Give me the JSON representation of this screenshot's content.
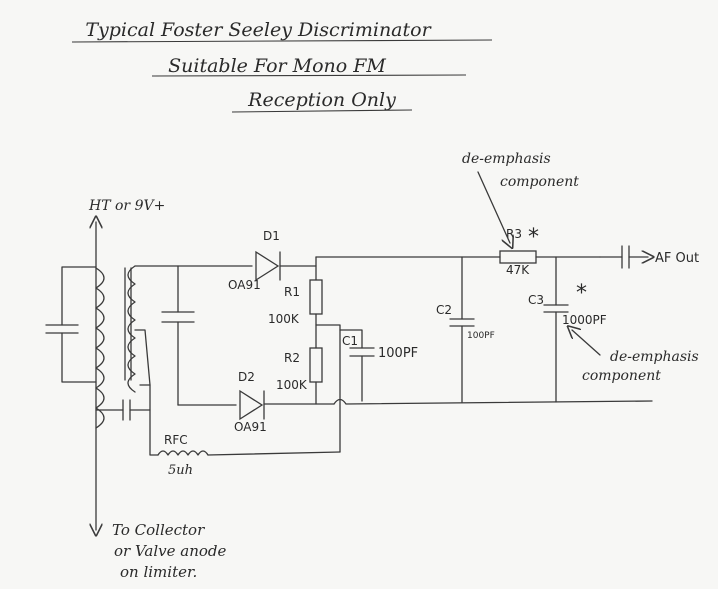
{
  "title": {
    "line1": "Typical Foster Seeley Discriminator",
    "line2": "Suitable For Mono FM",
    "line3": "Reception Only"
  },
  "labels": {
    "supply": "HT or 9V+",
    "output": "AF Out",
    "collector_note_1": "To Collector",
    "collector_note_2": "or Valve anode",
    "collector_note_3": "on limiter.",
    "deemph_top_1": "de-emphasis",
    "deemph_top_2": "component",
    "deemph_bottom_1": "de-emphasis",
    "deemph_bottom_2": "component",
    "asterisk": "*"
  },
  "components": {
    "d1": {
      "ref": "D1",
      "part": "OA91"
    },
    "d2": {
      "ref": "D2",
      "part": "OA91"
    },
    "r1": {
      "ref": "R1",
      "value": "100K"
    },
    "r2": {
      "ref": "R2",
      "value": "100K"
    },
    "r3": {
      "ref": "R3",
      "value": "47K"
    },
    "c1": {
      "ref": "C1",
      "value": "100PF"
    },
    "c2": {
      "ref": "C2",
      "value": "100PF"
    },
    "c3": {
      "ref": "C3",
      "value": "1000PF"
    },
    "rfc": {
      "ref": "RFC",
      "value": "5uh"
    }
  }
}
